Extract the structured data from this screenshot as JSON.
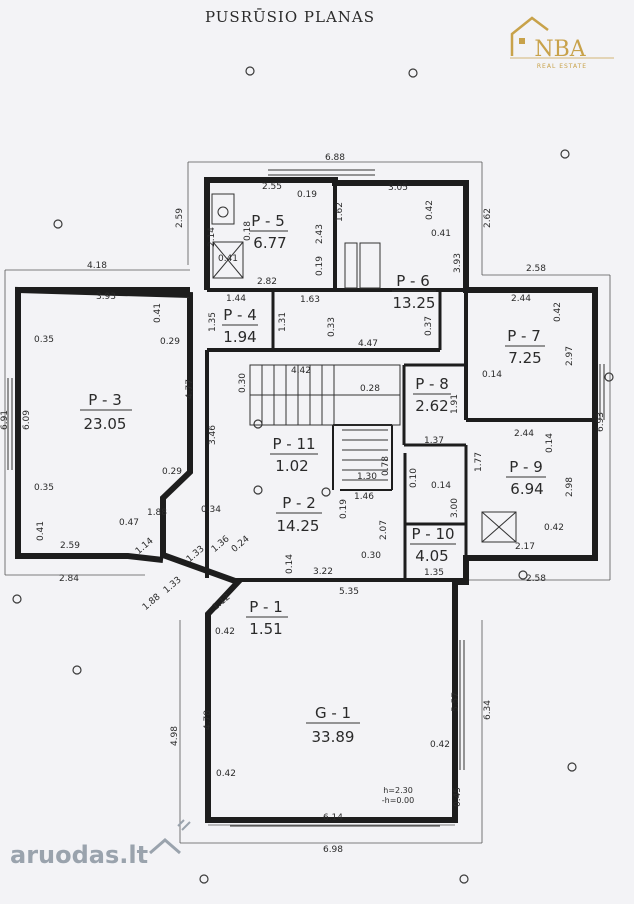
{
  "title": "PUSRŪSIO PLANAS",
  "logo": {
    "name": "NBA",
    "sub": "REAL ESTATE",
    "color": "#c8a24a"
  },
  "watermark": {
    "text": "aruodas.lt",
    "color": "#9aa3ad"
  },
  "height_note": {
    "h": "h=2.30",
    "zero": "-h=0.00"
  },
  "rooms": [
    {
      "id": "P - 5",
      "area": "6.77"
    },
    {
      "id": "P - 6",
      "area": "13.25"
    },
    {
      "id": "P - 4",
      "area": "1.94"
    },
    {
      "id": "P - 3",
      "area": "23.05"
    },
    {
      "id": "P - 7",
      "area": "7.25"
    },
    {
      "id": "P - 8",
      "area": "2.62"
    },
    {
      "id": "P - 11",
      "area": "1.02"
    },
    {
      "id": "P - 9",
      "area": "6.94"
    },
    {
      "id": "P - 2",
      "area": "14.25"
    },
    {
      "id": "P - 10",
      "area": "4.05"
    },
    {
      "id": "P - 1",
      "area": "1.51"
    },
    {
      "id": "G - 1",
      "area": "33.89"
    }
  ],
  "dimensions": [
    "6.88",
    "2.55",
    "0.19",
    "3.05",
    "2.59",
    "2.14",
    "0.18",
    "1.62",
    "0.42",
    "2.62",
    "0.41",
    "0.41",
    "2.43",
    "3.93",
    "2.82",
    "0.19",
    "4.18",
    "3.93",
    "1.44",
    "1.63",
    "2.58",
    "1.35",
    "1.31",
    "0.41",
    "0.33",
    "2.44",
    "0.42",
    "0.37",
    "0.35",
    "0.29",
    "4.47",
    "2.97",
    "4.42",
    "4.77",
    "0.30",
    "0.28",
    "0.14",
    "6.91",
    "6.09",
    "3.46",
    "1.91",
    "6.93",
    "1.37",
    "0.29",
    "2.44",
    "0.14",
    "1.77",
    "0.78",
    "0.10",
    "1.30",
    "0.14",
    "0.35",
    "1.88",
    "0.34",
    "1.46",
    "0.19",
    "3.00",
    "2.98",
    "0.47",
    "2.07",
    "0.41",
    "1.14",
    "1.36",
    "1.33",
    "0.24",
    "0.42",
    "2.59",
    "0.14",
    "0.30",
    "2.17",
    "3.22",
    "1.35",
    "2.84",
    "5.35",
    "2.58",
    "1.33",
    "1.12",
    "1.88",
    "0.42",
    "5.57",
    "6.34",
    "4.98",
    "4.78",
    "0.42",
    "0.42",
    "0.45",
    "6.14",
    "6.98"
  ]
}
